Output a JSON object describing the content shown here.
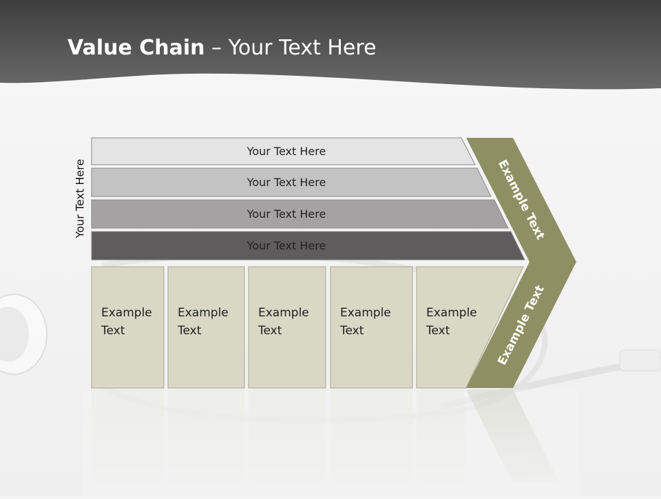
{
  "header": {
    "title_bold": "Value Chain",
    "title_rest": " – Your Text Here"
  },
  "side_label": "Your Text Here",
  "bars": [
    {
      "label": "Your Text Here",
      "color": "#e4e4e4"
    },
    {
      "label": "Your Text Here",
      "color": "#c4c3c3"
    },
    {
      "label": "Your Text Here",
      "color": "#a4a2a2"
    },
    {
      "label": "Your Text Here",
      "color": "#5e5c5c"
    }
  ],
  "boxes": [
    {
      "line1": "Example",
      "line2": "Text"
    },
    {
      "line1": "Example",
      "line2": "Text"
    },
    {
      "line1": "Example",
      "line2": "Text"
    },
    {
      "line1": "Example",
      "line2": "Text"
    },
    {
      "line1": "Example",
      "line2": "Text"
    }
  ],
  "arrow": {
    "upper_text": "Example Text",
    "lower_text": "Example Text",
    "color": "#8e8f63"
  },
  "colors": {
    "header_dark": "#4f4e4e",
    "box_fill": "#d8d8c5",
    "box_stroke": "#a8a892"
  }
}
